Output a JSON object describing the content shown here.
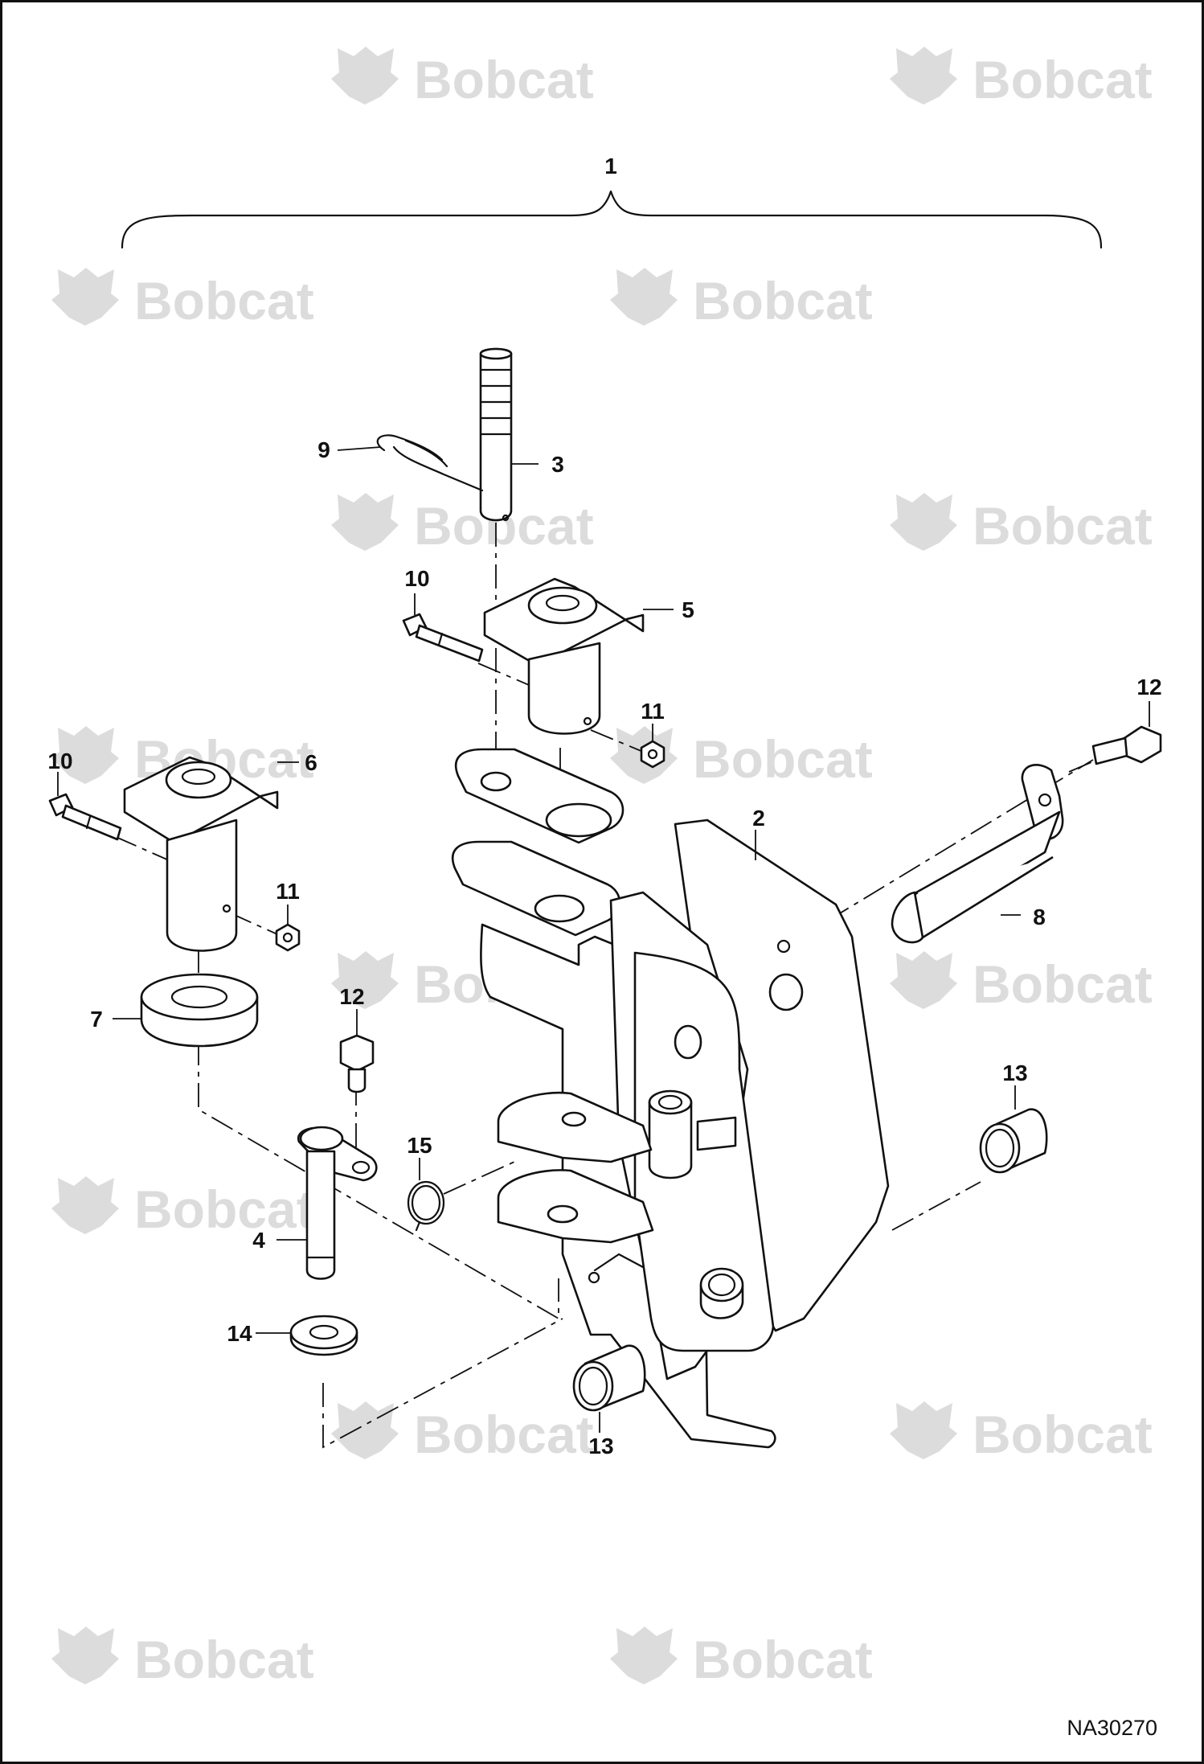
{
  "watermark": {
    "text": "Bobcat",
    "icon": "bobcat-head-logo"
  },
  "figure_id": "NA30270",
  "callouts": {
    "c1": "1",
    "c2": "2",
    "c3": "3",
    "c4": "4",
    "c5": "5",
    "c6": "6",
    "c7": "7",
    "c8": "8",
    "c9": "9",
    "c10a": "10",
    "c10b": "10",
    "c11a": "11",
    "c11b": "11",
    "c12a": "12",
    "c12b": "12",
    "c13a": "13",
    "c13b": "13",
    "c14": "14",
    "c15": "15"
  },
  "colors": {
    "line": "#111111",
    "watermark": "#dcdcdc",
    "background": "#ffffff"
  }
}
